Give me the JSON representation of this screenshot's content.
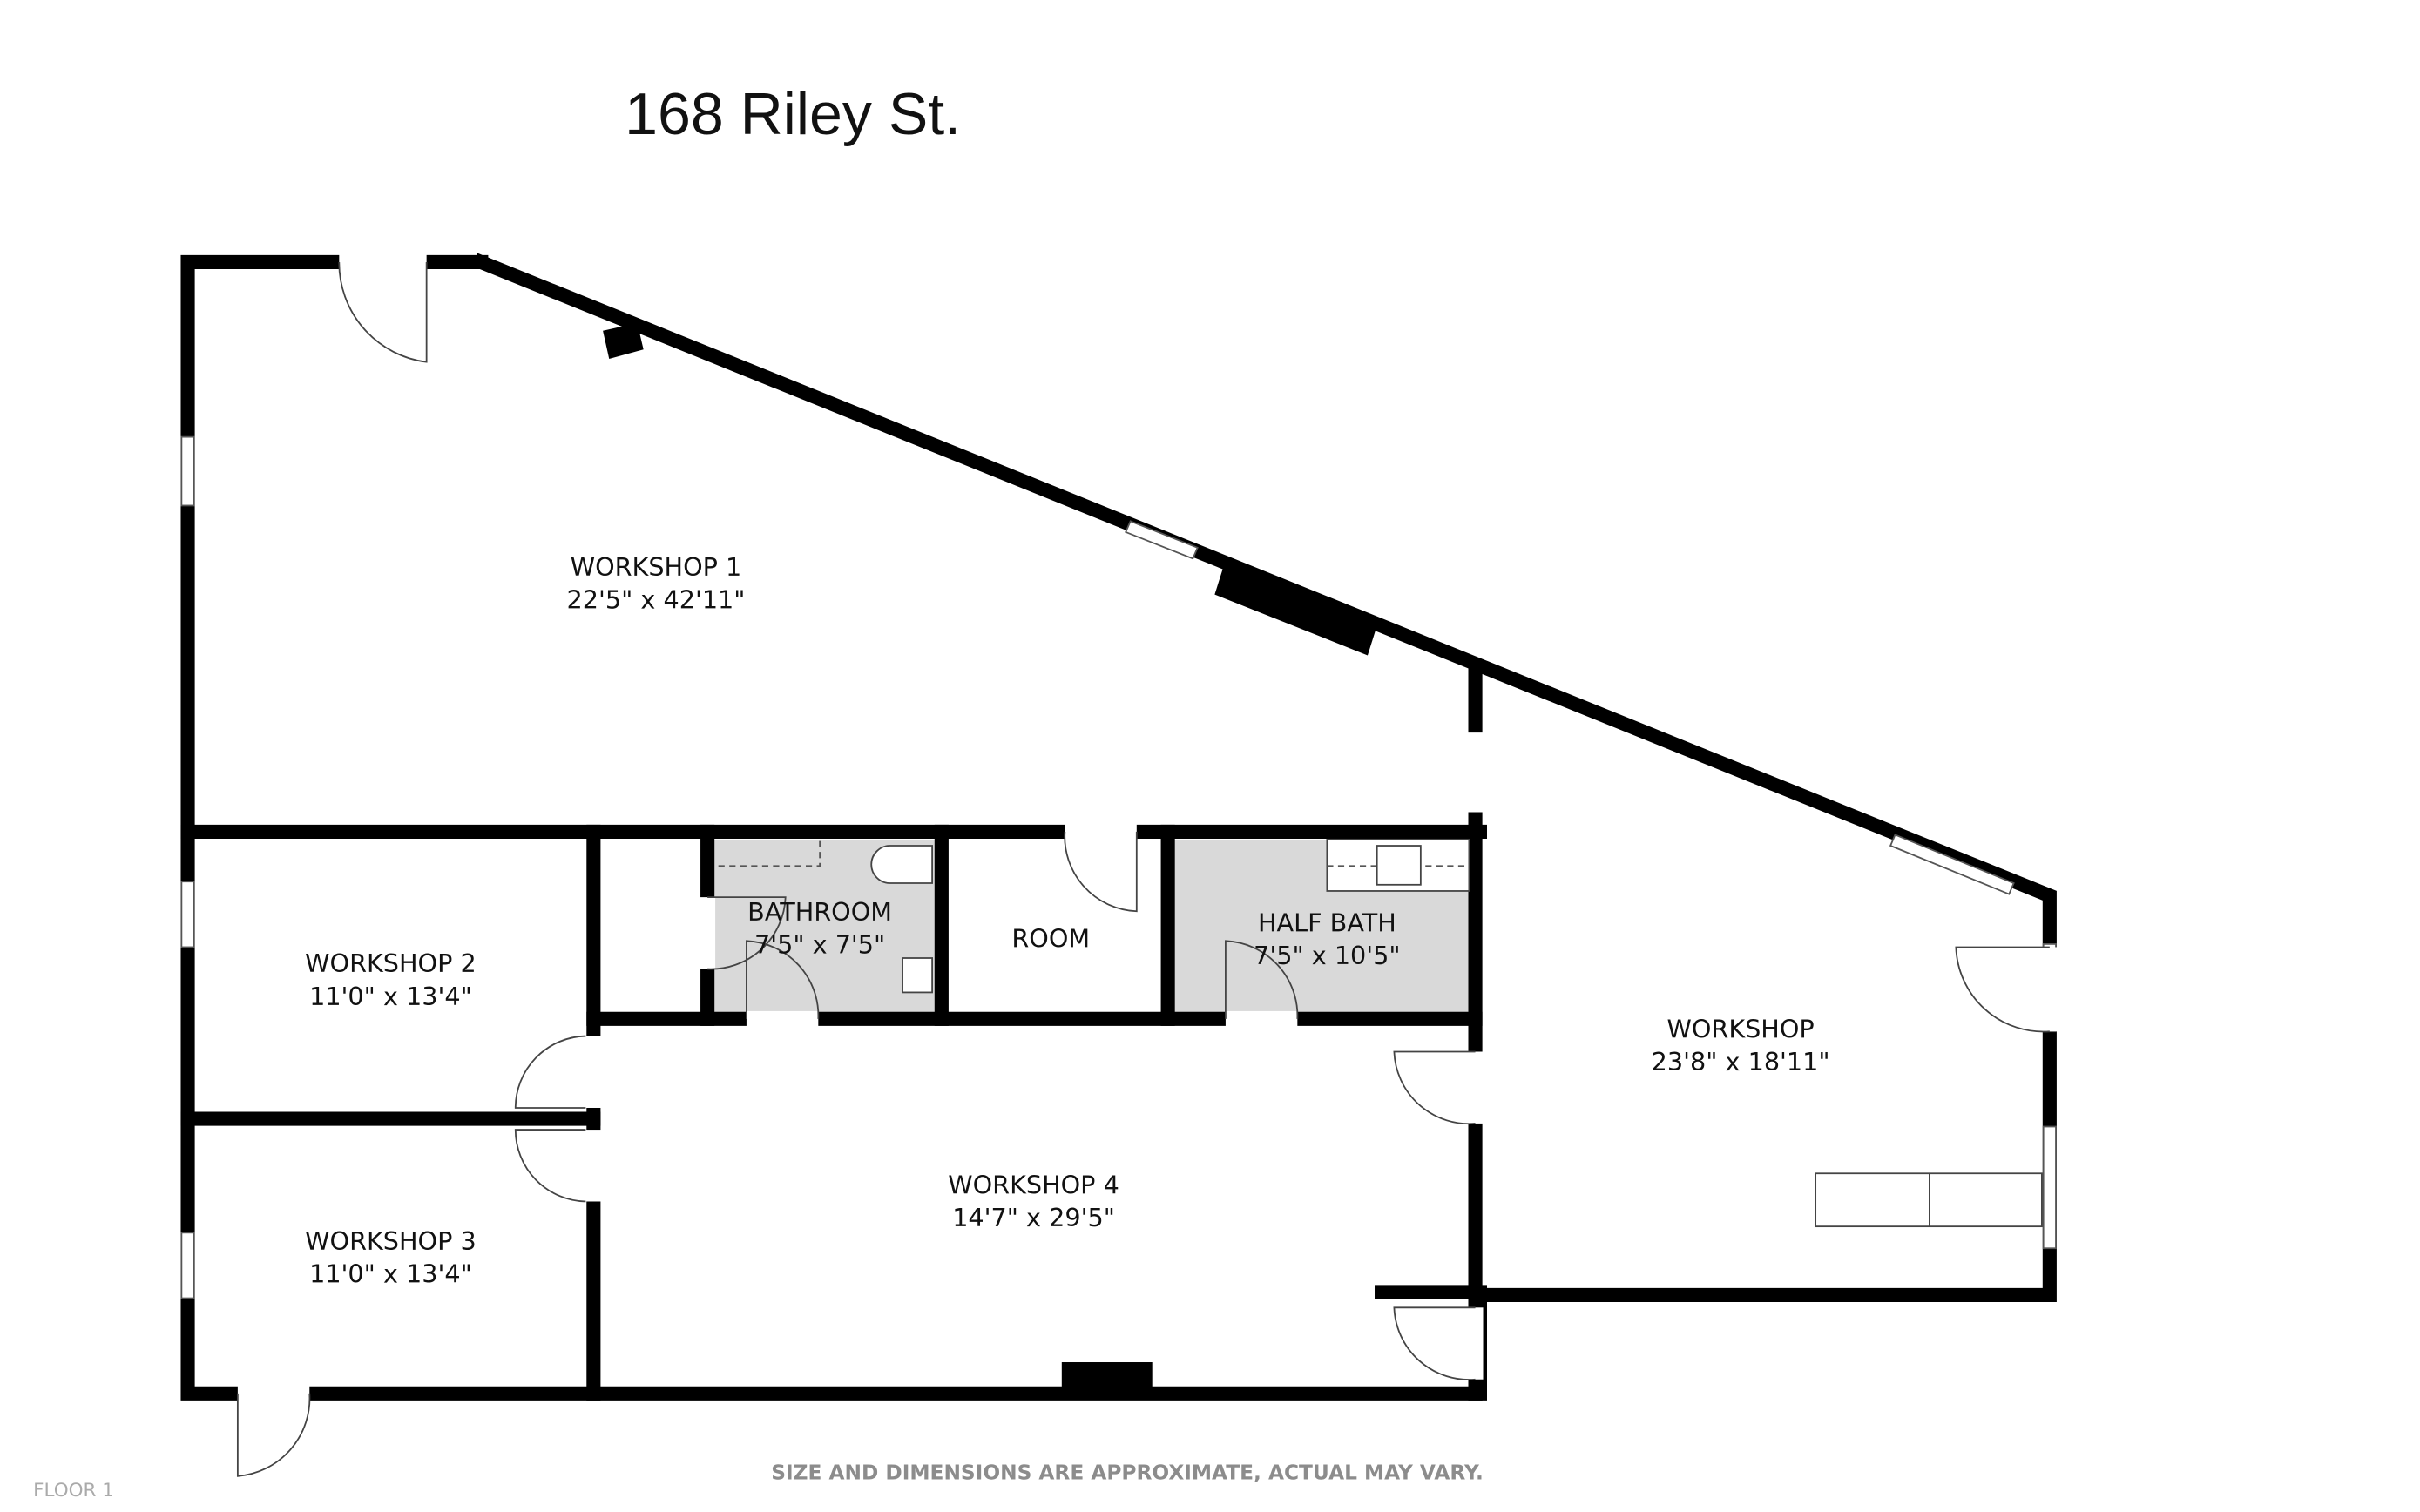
{
  "title": "168 Riley St.",
  "rooms": [
    {
      "name": "WORKSHOP 1",
      "size": "22'5\" x 42'11\""
    },
    {
      "name": "WORKSHOP 2",
      "size": "11'0\" x 13'4\""
    },
    {
      "name": "WORKSHOP 3",
      "size": "11'0\" x 13'4\""
    },
    {
      "name": "BATHROOM",
      "size": "7'5\" x 7'5\""
    },
    {
      "name": "ROOM"
    },
    {
      "name": "HALF BATH",
      "size": "7'5\" x 10'5\""
    },
    {
      "name": "WORKSHOP 4",
      "size": "14'7\" x 29'5\""
    },
    {
      "name": "WORKSHOP",
      "size": "23'8\" x 18'11\""
    }
  ],
  "footer": {
    "floor": "FLOOR 1",
    "disclaimer": "SIZE AND DIMENSIONS ARE APPROXIMATE, ACTUAL MAY VARY."
  },
  "colors": {
    "wall": "#000000",
    "wet_room": "#d9d9d9",
    "footer_text": "#8c8c8c"
  }
}
